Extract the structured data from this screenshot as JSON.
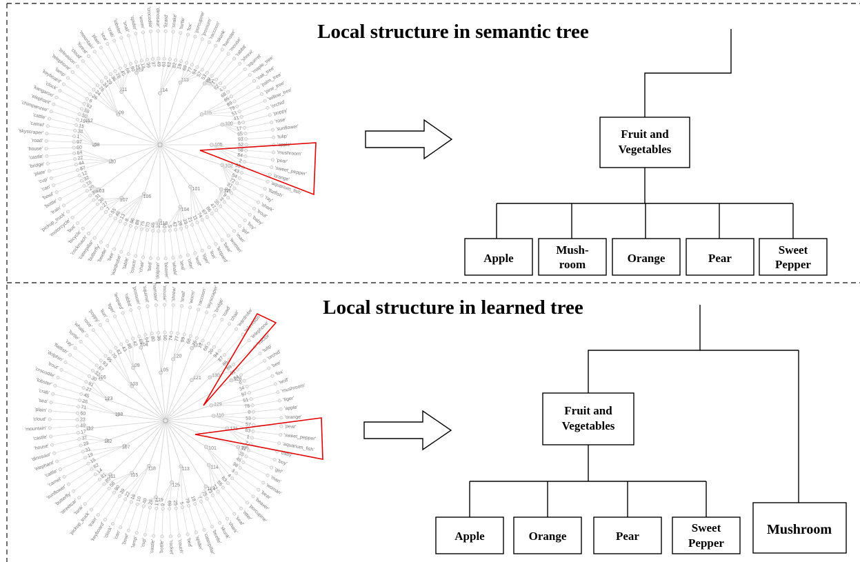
{
  "panels": [
    {
      "title": "Local structure in semantic tree",
      "parent_label": [
        "Fruit and",
        "Vegetables"
      ],
      "children": [
        [
          "Apple"
        ],
        [
          "Mush-",
          "room"
        ],
        [
          "Orange"
        ],
        [
          "Pear"
        ],
        [
          "Sweet",
          "Pepper"
        ]
      ],
      "sibling": null,
      "radial_labels": [
        "'apple'",
        "'mushroom'",
        "'pear'",
        "'sweet_pepper'",
        "'orange'",
        "'aquarium_fish'",
        "'flatfish'",
        "'ray'",
        "'shark'",
        "'trout'",
        "'baby'",
        "'boy'",
        "'girl'",
        "'man'",
        "'woman'",
        "'bear'",
        "'leopard'",
        "'lion'",
        "'tiger'",
        "'wolf'",
        "'otter'",
        "'seal'",
        "'whale'",
        "'beaver'",
        "'dolphin'",
        "'bed'",
        "'chair'",
        "'couch'",
        "'table'",
        "'wardrobe'",
        "'bee'",
        "'beetle'",
        "'butterfly'",
        "'caterpillar'",
        "'cockroach'",
        "'bicycle'",
        "'bus'",
        "'motorcycle'",
        "'pickup_truck'",
        "'train'",
        "'bottle'",
        "'bowl'",
        "'can'",
        "'cup'",
        "'plate'",
        "'bridge'",
        "'castle'",
        "'house'",
        "'road'",
        "'skyscraper'",
        "'camel'",
        "'cattle'",
        "'chimpanzee'",
        "'elephant'",
        "'kangaroo'",
        "'clock'",
        "'keyboard'",
        "'lamp'",
        "'telephone'",
        "'television'",
        "'cloud'",
        "'forest'",
        "'mountain'",
        "'plain'",
        "'sea'",
        "'crab'",
        "'lobster'",
        "'snail'",
        "'spider'",
        "'worm'",
        "'crocodile'",
        "'dinosaur'",
        "'lizard'",
        "'snake'",
        "'turtle'",
        "'fox'",
        "'porcupine'",
        "'possum'",
        "'raccoon'",
        "'skunk'",
        "'hamster'",
        "'mouse'",
        "'rabbit'",
        "'shrew'",
        "'squirrel'",
        "'maple_tree'",
        "'oak_tree'",
        "'palm_tree'",
        "'pine_tree'",
        "'willow_tree'",
        "'orchid'",
        "'poppy'",
        "'rose'",
        "'sunflower'",
        "'tulip'"
      ],
      "radial_ids": [
        "52",
        "58",
        "84",
        "2",
        "33",
        "43",
        "54",
        "72",
        "81",
        "91",
        "9",
        "3",
        "35",
        "47",
        "86",
        "67",
        "74",
        "11",
        "21",
        "23",
        "28",
        "42",
        "5",
        "40",
        "10",
        "48",
        "70",
        "75",
        "88",
        "96",
        "8",
        "13",
        "46",
        "55",
        "7",
        "27",
        "30",
        "31",
        "39",
        "20",
        "16",
        "32",
        "12",
        "87",
        "44",
        "22",
        "64",
        "60",
        "97",
        "1",
        "38",
        "15",
        "19",
        "50",
        "56",
        "63",
        "6",
        "26",
        "24",
        "76",
        "34",
        "29",
        "36",
        "78",
        "45",
        "66",
        "80",
        "25",
        "14",
        "99",
        "37",
        "49",
        "61",
        "62",
        "82",
        "18",
        "69",
        "77",
        "94",
        "57",
        "53",
        "59",
        "71",
        "92",
        "4",
        "68",
        "85",
        "89",
        "79",
        "51",
        "41",
        "0",
        "17",
        "65",
        "93",
        "95",
        "98",
        "73",
        "90",
        "83"
      ],
      "internal_ids": [
        "105",
        "102",
        "116",
        "101",
        "104",
        "118",
        "106",
        "107",
        "103",
        "110",
        "108",
        "112",
        "109",
        "111",
        "119",
        "114",
        "113",
        "117",
        "115",
        "100"
      ]
    },
    {
      "title": "Local structure in learned tree",
      "parent_label": [
        "Fruit and",
        "Vegetables"
      ],
      "children": [
        [
          "Apple"
        ],
        [
          "Orange"
        ],
        [
          "Pear"
        ],
        [
          "Sweet",
          "Pepper"
        ]
      ],
      "sibling": [
        "Mushroom"
      ],
      "radial_labels": [
        "'apple'",
        "'orange'",
        "'pear'",
        "'sweet_pepper'",
        "'aquarium_fish'",
        "'baby'",
        "'boy'",
        "'girl'",
        "'man'",
        "'woman'",
        "'bear'",
        "'beaver'",
        "'porcupine'",
        "'otter'",
        "'seal'",
        "'shark'",
        "'skunk'",
        "'beetle'",
        "'caterpillar'",
        "'spider'",
        "'bed'",
        "'couch'",
        "'rocket'",
        "'bottle'",
        "'castle'",
        "'cup'",
        "'lamp'",
        "'bowl'",
        "'can'",
        "'clock'",
        "'keyboard'",
        "'train'",
        "'pickup_truck'",
        "'tank'",
        "'streetcar'",
        "'butterfly'",
        "'sunflower'",
        "'camel'",
        "'cattle'",
        "'elephant'",
        "'dinosaur'",
        "'house'",
        "'castle'",
        "'mountain'",
        "'cloud'",
        "'plain'",
        "'sea'",
        "'crab'",
        "'lobster'",
        "'crocodile'",
        "'trout'",
        "'dolphin'",
        "'flatfish'",
        "'ray'",
        "'turtle'",
        "'whale'",
        "'rose'",
        "'poppy'",
        "'lion'",
        "'tiger'",
        "'leopard'",
        "'rabbit'",
        "'possum'",
        "'squirrel'",
        "'hamster'",
        "'mouse'",
        "'shrew'",
        "'snail'",
        "'worm'",
        "'raccoon'",
        "'skyscraper'",
        "'bridge'",
        "'road'",
        "'chair'",
        "'wardrobe'",
        "'television'",
        "'telephone'",
        "'tractor'",
        "'tulip'",
        "'orchid'",
        "'bee'",
        "'fox'",
        "'wolf'",
        "'mushroom'",
        "'tiger'"
      ],
      "radial_ids": [
        "0",
        "53",
        "57",
        "83",
        "1",
        "2",
        "11",
        "35",
        "46",
        "98",
        "3",
        "4",
        "63",
        "55",
        "72",
        "73",
        "75",
        "7",
        "18",
        "79",
        "5",
        "25",
        "69",
        "9",
        "17",
        "28",
        "40",
        "10",
        "16",
        "22",
        "39",
        "90",
        "58",
        "85",
        "81",
        "14",
        "82",
        "15",
        "19",
        "31",
        "29",
        "37",
        "17",
        "49",
        "23",
        "60",
        "71",
        "26",
        "45",
        "27",
        "91",
        "30",
        "32",
        "67",
        "93",
        "95",
        "70",
        "62",
        "43",
        "88",
        "42",
        "65",
        "64",
        "80",
        "36",
        "50",
        "74",
        "77",
        "99",
        "66",
        "76",
        "12",
        "68",
        "20",
        "94",
        "87",
        "86",
        "89",
        "92",
        "54",
        "6",
        "34",
        "97",
        "51",
        "78"
      ],
      "internal_ids": [
        "110",
        "131",
        "106",
        "101",
        "114",
        "124",
        "113",
        "125",
        "119",
        "118",
        "115",
        "111",
        "107",
        "102",
        "112",
        "108",
        "123",
        "116",
        "103",
        "109",
        "104",
        "105",
        "120",
        "127",
        "121",
        "130",
        "126",
        "129"
      ]
    }
  ]
}
